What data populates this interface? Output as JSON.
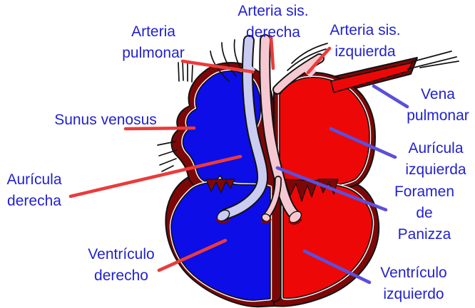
{
  "figure": {
    "type": "anatomical-diagram",
    "subject": "heart-with-foramen-de-panizza",
    "background": "#FFFFFF"
  },
  "colors": {
    "label_text": "#2222CE",
    "leader_red": "#EA3B3B",
    "leader_purple": "#5C4FDB",
    "heart_wall": "#7D0707",
    "chamber_blue": "#0D0DE8",
    "chamber_red": "#EE0707",
    "vessel_lavender": "#CBCCF2",
    "vessel_pink": "#F6C9D2",
    "outline": "#111111"
  },
  "labels": {
    "arteria_pulmonar": {
      "text": "Arteria\npulmonar"
    },
    "arteria_sis_derecha": {
      "text": "Arteria sis.\nderecha"
    },
    "arteria_sis_izquierda": {
      "text": "Arteria sis.\nizquierda"
    },
    "vena_pulmonar": {
      "text": "Vena\npulmonar"
    },
    "sunus_venosus": {
      "text": "Sunus venosus"
    },
    "auricula_derecha": {
      "text": "Aurícula\nderecha"
    },
    "auricula_izquierda": {
      "text": "Aurícula\nizquierda"
    },
    "foramen_de_panizza": {
      "text": "Foramen\nde Panizza"
    },
    "ventriculo_derecho": {
      "text": "Ventrículo\nderecho"
    },
    "ventriculo_izquierdo": {
      "text": "Ventrículo\nizquierdo"
    }
  }
}
